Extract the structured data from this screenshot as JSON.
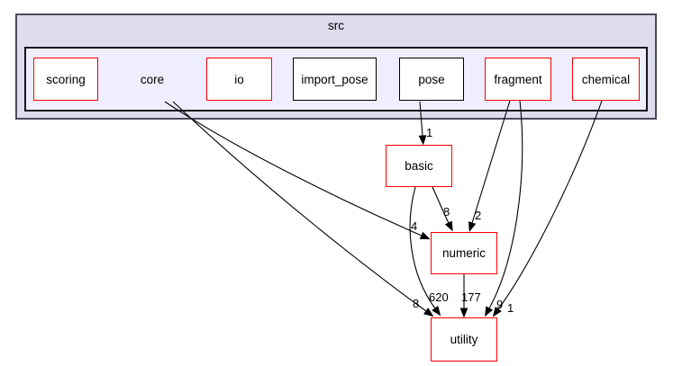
{
  "graph": {
    "type": "directory-dependency-graph",
    "title": "src",
    "nodes": [
      {
        "id": "scoring",
        "label": "scoring",
        "style": "red"
      },
      {
        "id": "core",
        "label": "core",
        "style": "plain"
      },
      {
        "id": "io",
        "label": "io",
        "style": "red"
      },
      {
        "id": "import_pose",
        "label": "import_pose",
        "style": "black"
      },
      {
        "id": "pose",
        "label": "pose",
        "style": "black"
      },
      {
        "id": "fragment",
        "label": "fragment",
        "style": "red"
      },
      {
        "id": "chemical",
        "label": "chemical",
        "style": "red"
      },
      {
        "id": "basic",
        "label": "basic",
        "style": "red"
      },
      {
        "id": "numeric",
        "label": "numeric",
        "style": "red"
      },
      {
        "id": "utility",
        "label": "utility",
        "style": "red"
      }
    ],
    "edges": [
      {
        "from": "pose",
        "to": "basic",
        "label": "1"
      },
      {
        "from": "core",
        "to": "numeric",
        "label": "4"
      },
      {
        "from": "core",
        "to": "utility",
        "label": "8"
      },
      {
        "from": "basic",
        "to": "numeric",
        "label": "8"
      },
      {
        "from": "basic",
        "to": "utility",
        "label": "620"
      },
      {
        "from": "fragment",
        "to": "numeric",
        "label": "2"
      },
      {
        "from": "fragment",
        "to": "utility",
        "label": "9"
      },
      {
        "from": "chemical",
        "to": "utility",
        "label": "1"
      },
      {
        "from": "numeric",
        "to": "utility",
        "label": "177"
      }
    ],
    "colors": {
      "outer_cluster_fill": "#ddddee",
      "inner_cluster_fill": "#eeeeff",
      "node_fill": "#ffffff",
      "red_border": "#ff0000",
      "black_border": "#000000",
      "edge_color": "#000000"
    }
  }
}
